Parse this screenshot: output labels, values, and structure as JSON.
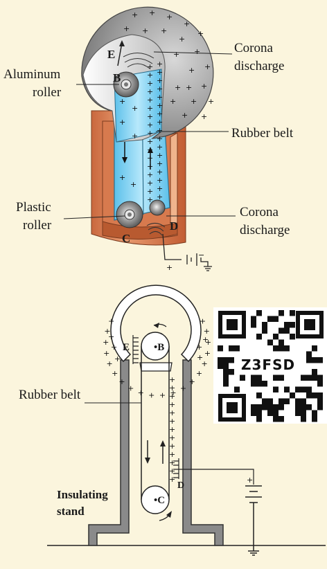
{
  "top_labels": {
    "corona_top_1": "Corona",
    "corona_top_2": "discharge",
    "aluminum_1": "Aluminum",
    "aluminum_2": "roller",
    "rubber_belt": "Rubber belt",
    "plastic_1": "Plastic",
    "plastic_2": "roller",
    "corona_bot_1": "Corona",
    "corona_bot_2": "discharge"
  },
  "points": {
    "E": "E",
    "B": "B",
    "C": "C",
    "D": "D"
  },
  "bottom_labels": {
    "rubber_belt": "Rubber belt",
    "insulating_1": "Insulating",
    "insulating_2": "stand",
    "point_E": "E",
    "point_B": "•B",
    "point_C": "•C",
    "point_D": "D",
    "battery_plus": "+"
  },
  "qr_code": {
    "text": "Z3FSD"
  },
  "colors": {
    "background": "#fbf5dd",
    "column": "#d9825a",
    "belt": "#7fd0f0",
    "dome": "#a9a9a9",
    "stand": "#888888"
  }
}
